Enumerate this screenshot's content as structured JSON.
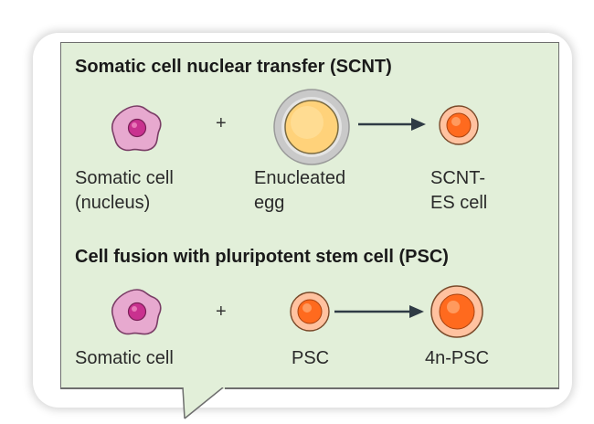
{
  "colors": {
    "panel_bg": "#e2efd9",
    "somatic_fill": "#e7a9cf",
    "somatic_nucleus": "#c9318f",
    "egg_fill": "#ffd27a",
    "egg_zona": "#c9c9c9",
    "stem_outer": "#ffc2a0",
    "stem_inner": "#ff6a1e",
    "arrow": "#2f3b45"
  },
  "scnt": {
    "title": "Somatic cell nuclear transfer (SCNT)",
    "plus": "+",
    "somatic_line1": "Somatic cell",
    "somatic_line2": "(nucleus)",
    "egg_line1": "Enucleated",
    "egg_line2": "egg",
    "result_line1": "SCNT-",
    "result_line2": "ES cell"
  },
  "fusion": {
    "title": "Cell fusion with pluripotent stem cell (PSC)",
    "plus": "+",
    "somatic": "Somatic cell",
    "psc": "PSC",
    "result": "4n-PSC"
  }
}
